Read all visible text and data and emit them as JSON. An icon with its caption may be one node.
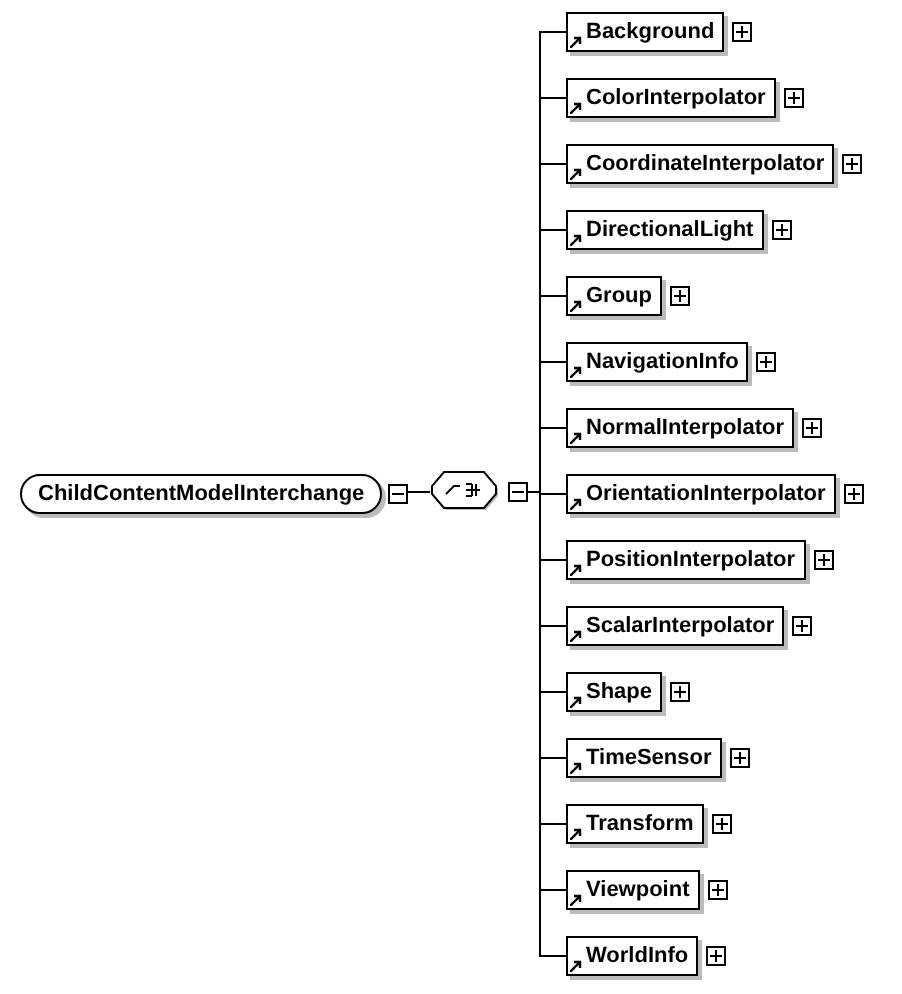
{
  "diagram": {
    "nodes": [
      {
        "text": [
          "ChildContentModelInterchange"
        ]
      },
      {
        "text": [],
        "shape": "octagon"
      },
      {
        "text": [
          "Background"
        ]
      },
      {
        "text": [
          "ColorInterpolator"
        ]
      },
      {
        "text": [
          "CoordinateInterpolator"
        ]
      },
      {
        "text": [
          "DirectionalLight"
        ]
      },
      {
        "text": [
          "Group"
        ]
      },
      {
        "text": [
          "NavigationInfo"
        ]
      },
      {
        "text": [
          "NormalInterpolator"
        ]
      },
      {
        "text": [
          "OrientationInterpolator"
        ]
      },
      {
        "text": [
          "PositionInterpolator"
        ]
      },
      {
        "text": [
          "ScalarInterpolator"
        ]
      },
      {
        "text": [
          "Shape"
        ]
      },
      {
        "text": [
          "TimeSensor"
        ]
      },
      {
        "text": [
          "Transform"
        ]
      },
      {
        "text": [
          "Viewpoint"
        ]
      },
      {
        "text": [
          "WorldInfo"
        ]
      }
    ],
    "edges": [
      {
        "from": 0,
        "to": 1,
        "arrow": "none"
      },
      {
        "from": 1,
        "to": 2,
        "arrow": "none"
      },
      {
        "from": 1,
        "to": 3,
        "arrow": "none"
      },
      {
        "from": 1,
        "to": 4,
        "arrow": "none"
      },
      {
        "from": 1,
        "to": 5,
        "arrow": "none"
      },
      {
        "from": 1,
        "to": 6,
        "arrow": "none"
      },
      {
        "from": 1,
        "to": 7,
        "arrow": "none"
      },
      {
        "from": 1,
        "to": 8,
        "arrow": "none"
      },
      {
        "from": 1,
        "to": 9,
        "arrow": "none"
      },
      {
        "from": 1,
        "to": 10,
        "arrow": "none"
      },
      {
        "from": 1,
        "to": 11,
        "arrow": "none"
      },
      {
        "from": 1,
        "to": 12,
        "arrow": "none"
      },
      {
        "from": 1,
        "to": 13,
        "arrow": "none"
      },
      {
        "from": 1,
        "to": 14,
        "arrow": "none"
      },
      {
        "from": 1,
        "to": 15,
        "arrow": "none"
      },
      {
        "from": 1,
        "to": 16,
        "arrow": "none"
      }
    ]
  }
}
